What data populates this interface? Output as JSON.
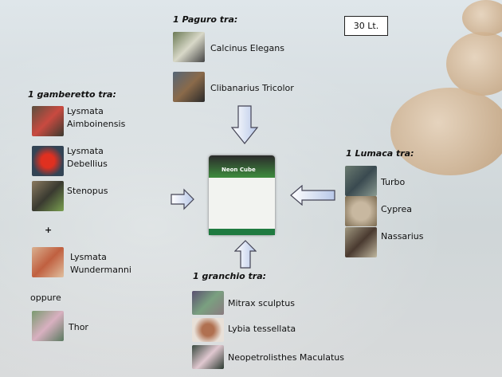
{
  "capacity": "30 Lt.",
  "tank_label": "Neon Cube",
  "paguro": {
    "header": "1 Paguro tra:",
    "items": [
      "Calcinus Elegans",
      "Clibanarius Tricolor"
    ]
  },
  "gamberetto": {
    "header": "1 gamberetto tra:",
    "items": [
      [
        "Lysmata",
        "Aimboinensis"
      ],
      [
        "Lysmata",
        "Debellius"
      ],
      [
        "Stenopus"
      ]
    ],
    "plus": "+",
    "extra": [
      "Lysmata",
      "Wundermanni"
    ],
    "or": "oppure",
    "alt": "Thor"
  },
  "lumaca": {
    "header": "1 Lumaca tra:",
    "items": [
      "Turbo",
      "Cyprea",
      "Nassarius"
    ]
  },
  "granchio": {
    "header": "1 granchio tra:",
    "items": [
      "Mitrax sculptus",
      "Lybia tessellata",
      "Neopetrolisthes Maculatus"
    ]
  }
}
